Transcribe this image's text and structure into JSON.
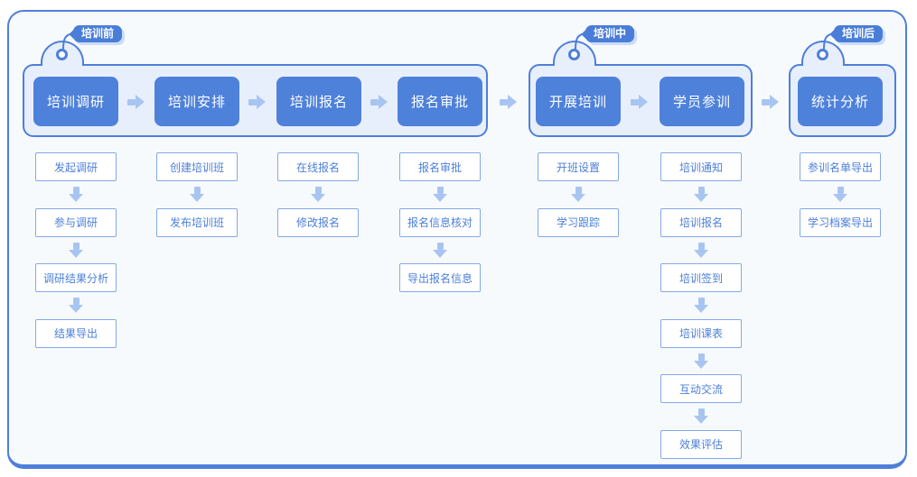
{
  "colors": {
    "accent_blue": "#4E7FD9",
    "block_fill": "#4E81DA",
    "group_fill": "#E8EFFC",
    "canvas_fill": "#F7FAFD",
    "arrow_blue": "#A8C5F1",
    "substep_border": "#84A8E8",
    "substep_text": "#4C7FD9",
    "tag_fill": "#4A7DD8",
    "tag_shadow": "#CCDDF8"
  },
  "flow": {
    "phases": [
      {
        "tag": "培训前",
        "blocks": [
          {
            "label": "培训调研",
            "steps": [
              "发起调研",
              "参与调研",
              "调研结果分析",
              "结果导出"
            ]
          },
          {
            "label": "培训安排",
            "steps": [
              "创建培训班",
              "发布培训班"
            ]
          },
          {
            "label": "培训报名",
            "steps": [
              "在线报名",
              "修改报名"
            ]
          },
          {
            "label": "报名审批",
            "steps": [
              "报名审批",
              "报名信息核对",
              "导出报名信息"
            ]
          }
        ]
      },
      {
        "tag": "培训中",
        "blocks": [
          {
            "label": "开展培训",
            "steps": [
              "开班设置",
              "学习跟踪"
            ]
          },
          {
            "label": "学员参训",
            "steps": [
              "培训通知",
              "培训报名",
              "培训签到",
              "培训课表",
              "互动交流",
              "效果评估"
            ]
          }
        ]
      },
      {
        "tag": "培训后",
        "blocks": [
          {
            "label": "统计分析",
            "steps": [
              "参训名单导出",
              "学习档案导出"
            ]
          }
        ]
      }
    ]
  }
}
